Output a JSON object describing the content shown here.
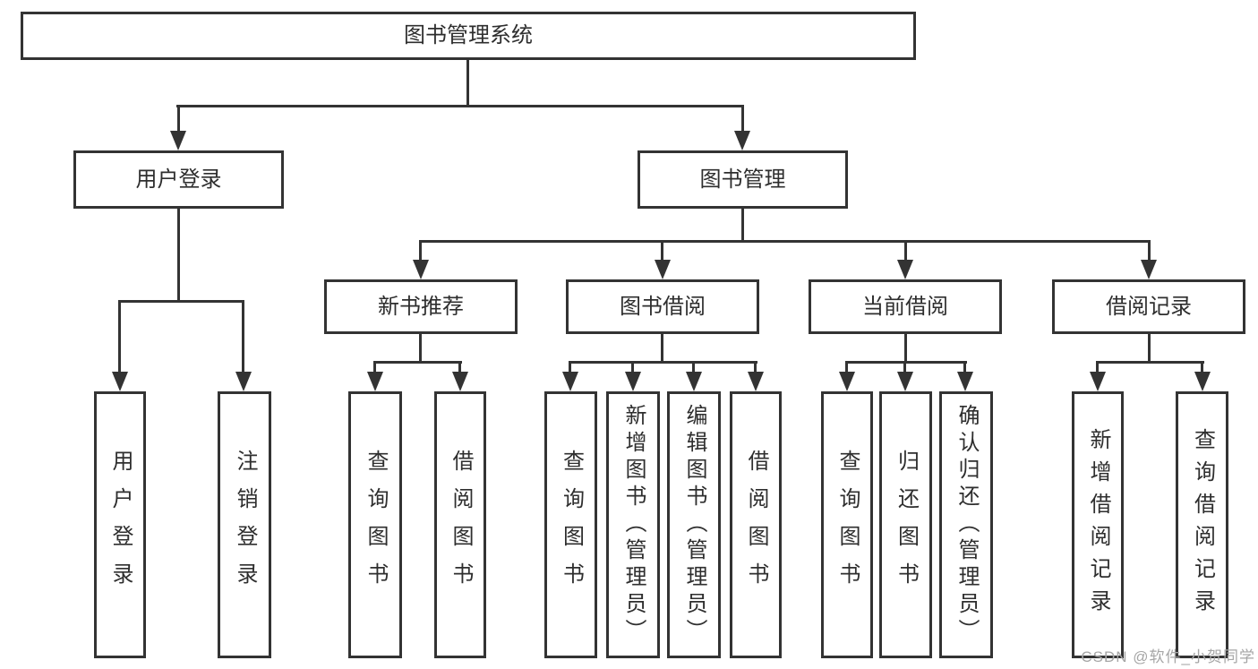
{
  "tree": {
    "root": {
      "label": "图书管理系统"
    },
    "branches": [
      {
        "label": "用户登录",
        "children": [
          {
            "label": "用户登录"
          },
          {
            "label": "注销登录"
          }
        ]
      },
      {
        "label": "图书管理",
        "children": [
          {
            "label": "新书推荐",
            "children": [
              {
                "label": "查询图书"
              },
              {
                "label": "借阅图书"
              }
            ]
          },
          {
            "label": "图书借阅",
            "children": [
              {
                "label": "查询图书"
              },
              {
                "label": "新增图书（管理员）"
              },
              {
                "label": "编辑图书（管理员）"
              },
              {
                "label": "借阅图书"
              }
            ]
          },
          {
            "label": "当前借阅",
            "children": [
              {
                "label": "查询图书"
              },
              {
                "label": "归还图书"
              },
              {
                "label": "确认归还（管理员）"
              }
            ]
          },
          {
            "label": "借阅记录",
            "children": [
              {
                "label": "新增借阅记录"
              },
              {
                "label": "查询借阅记录"
              }
            ]
          }
        ]
      }
    ]
  },
  "watermark": {
    "text": "CSDN @软件_小贺同学"
  },
  "colors": {
    "line": "#333333",
    "box_border": "#333333",
    "box_background": "#ffffff",
    "text": "#2e2e2e",
    "watermark": "#a6a6a6",
    "page_background": "#ffffff"
  }
}
